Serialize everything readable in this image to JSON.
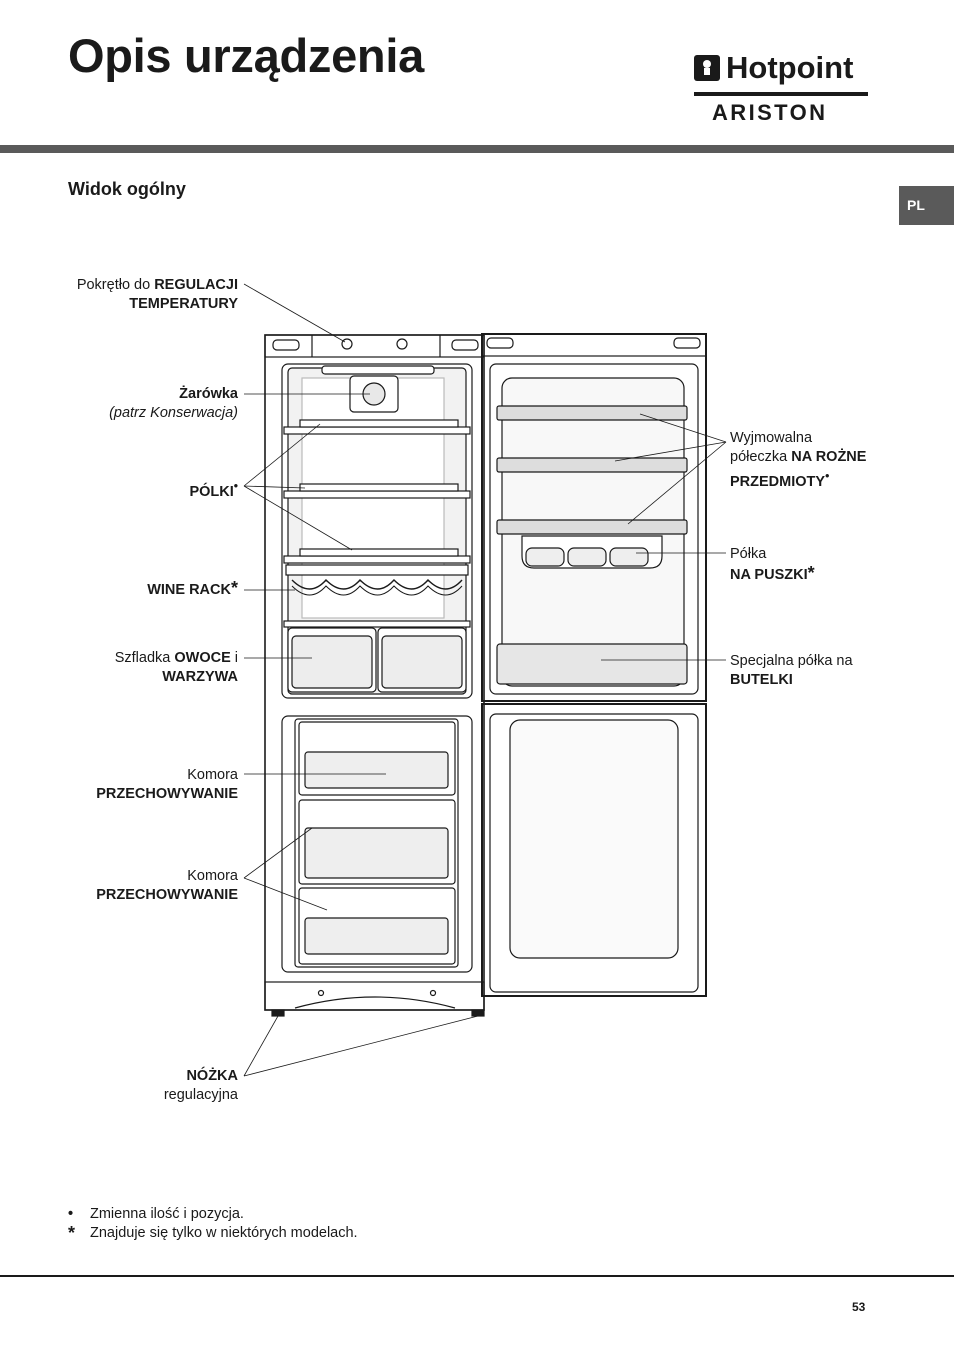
{
  "header": {
    "title": "Opis urządzenia",
    "logo_brand": "Hotpoint",
    "logo_sub": "ARISTON"
  },
  "section_title": "Widok ogólny",
  "lang_tab": "PL",
  "labels": {
    "thermostat_a": "Pokrętło do ",
    "thermostat_b": "REGULACJI",
    "thermostat_c": "TEMPERATURY",
    "bulb_a": "Żarówka",
    "bulb_b": "(patrz Konserwacja)",
    "shelves_a": "PÓLKI",
    "shelves_mark": "•",
    "winerack_a": "WINE RACK",
    "winerack_mark": "*",
    "drawer_a": "Szfladka ",
    "drawer_b": "OWOCE",
    "drawer_c": " i",
    "drawer_d": "WARZYWA",
    "storage1_a": "Komora",
    "storage1_b": "PRZECHOWYWANIE",
    "storage2_a": "Komora",
    "storage2_b": "PRZECHOWYWANIE",
    "foot_a": "NÓŻKA",
    "foot_b": "regulacyjna",
    "doorshelf_a": "Wyjmowalna",
    "doorshelf_b": "półeczka ",
    "doorshelf_c": "NA ROŻNE",
    "doorshelf_d": "PRZEDMIOTY",
    "doorshelf_mark": "•",
    "canshelf_a": "Półka",
    "canshelf_b": "NA PUSZKI",
    "canshelf_mark": "*",
    "bottle_a": "Specjalna półka na",
    "bottle_b": "BUTELKI"
  },
  "footnotes": [
    {
      "mark": "•",
      "text": "Zmienna ilość i pozycja."
    },
    {
      "mark": "*",
      "text": "Znajduje się tylko w niektórych modelach."
    }
  ],
  "page_number": "53"
}
